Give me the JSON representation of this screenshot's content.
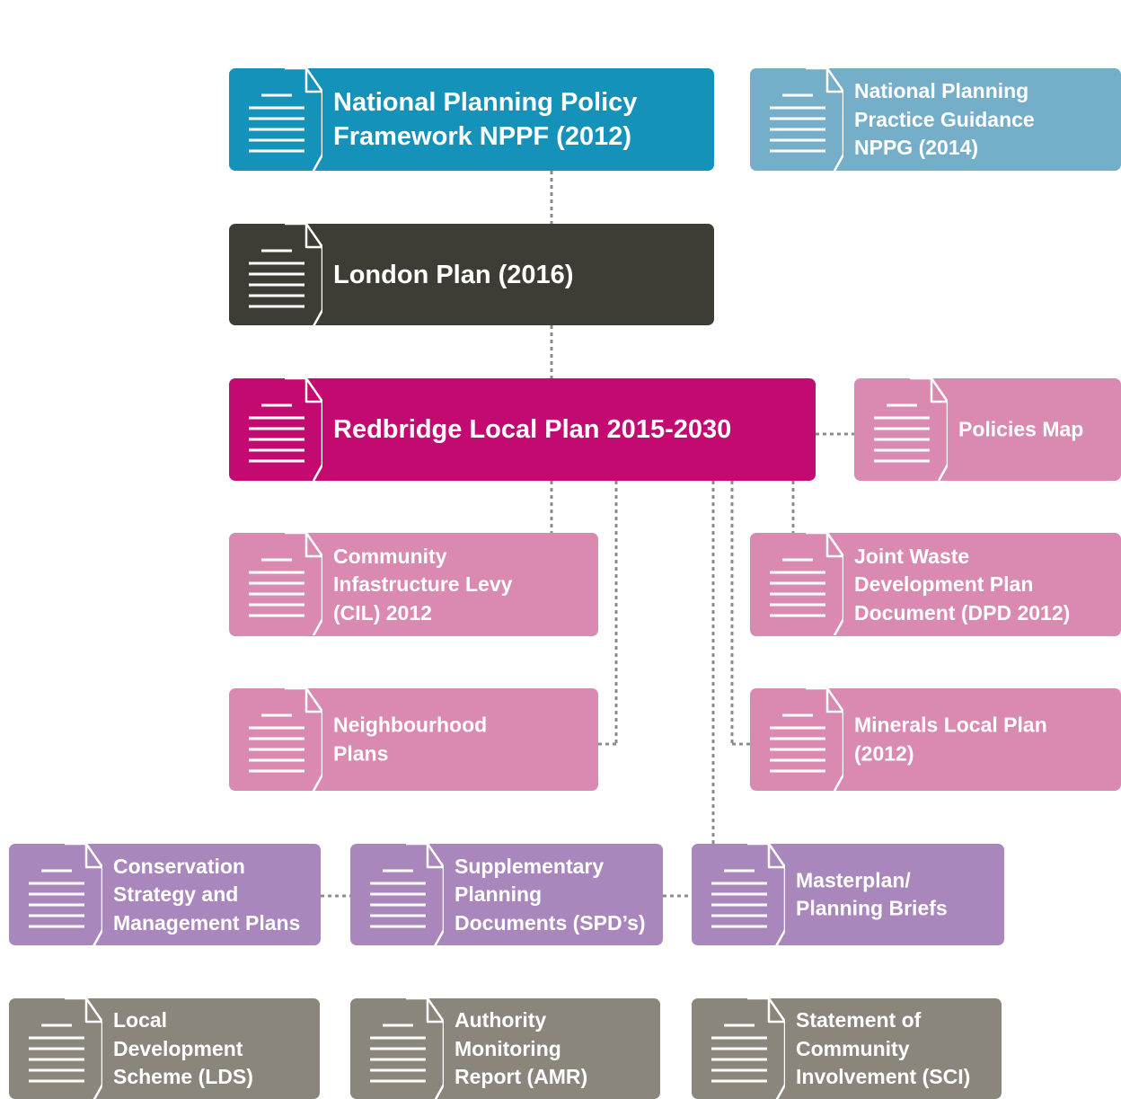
{
  "colors": {
    "national": "#1492b9",
    "guidance": "#75aec9",
    "london": "#3d3d35",
    "local_plan": "#c30a71",
    "supporting": "#da8ab0",
    "spd": "#a987bc",
    "monitoring": "#8a867b",
    "connector": "#8c8c8c"
  },
  "icon": "document-icon",
  "boxes": {
    "nppf": "National Planning Policy\nFramework NPPF (2012)",
    "nppg": "National Planning\nPractice Guidance\nNPPG (2014)",
    "london_plan": "London Plan (2016)",
    "local_plan": "Redbridge Local Plan 2015-2030",
    "policies_map": "Policies Map",
    "cil": "Community\nInfastructure Levy\n(CIL) 2012",
    "joint_waste": "Joint Waste\nDevelopment Plan\nDocument (DPD 2012)",
    "neighbourhood": "Neighbourhood\nPlans",
    "minerals": "Minerals Local Plan\n(2012)",
    "conservation": "Conservation\nStrategy and\nManagement Plans",
    "spd": "Supplementary\nPlanning\nDocuments (SPD’s)",
    "masterplan": "Masterplan/\nPlanning Briefs",
    "lds": "Local\nDevelopment\nScheme (LDS)",
    "amr": "Authority\nMonitoring\nReport (AMR)",
    "sci": "Statement of\nCommunity\nInvolvement (SCI)"
  }
}
